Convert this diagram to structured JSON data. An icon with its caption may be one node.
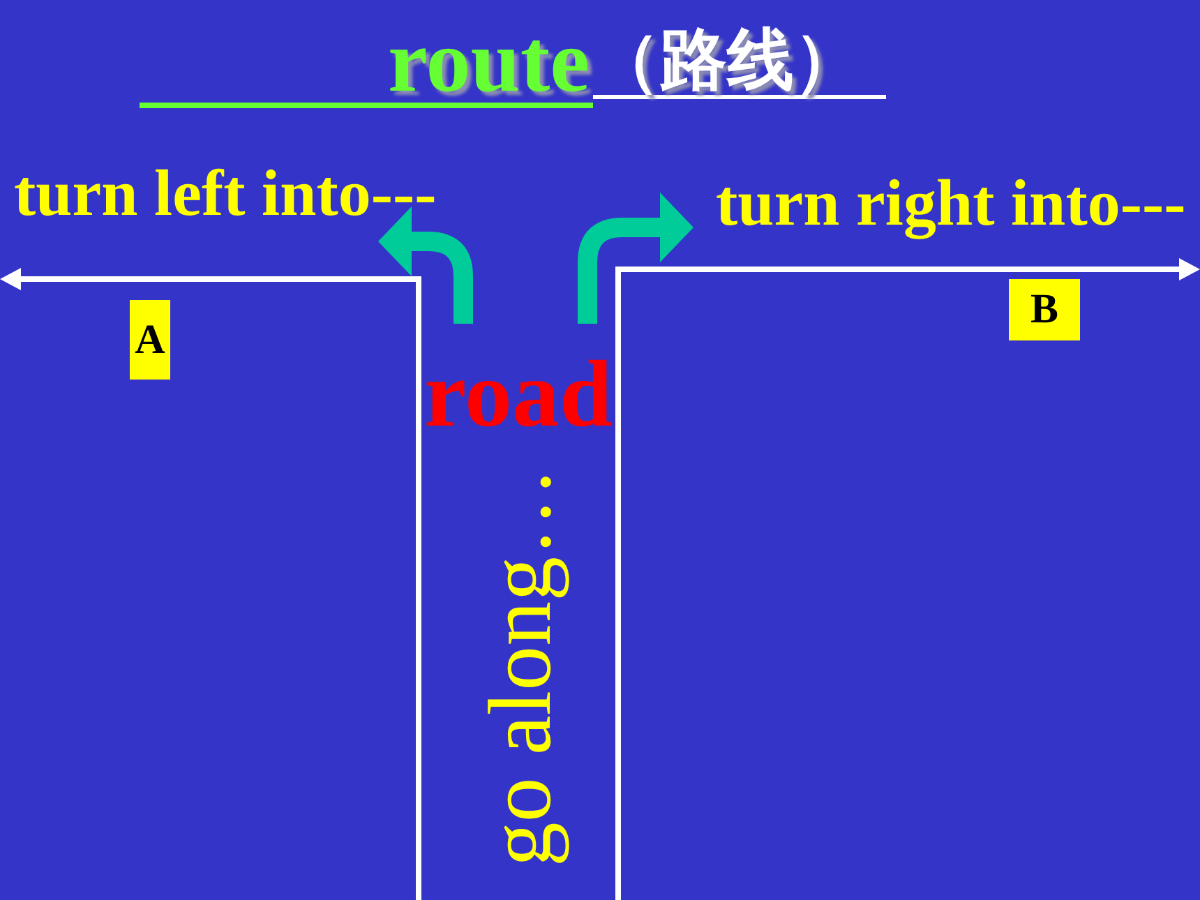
{
  "diagram": {
    "title": "route",
    "nodes": [
      {
        "text": [
          "turn left into---"
        ]
      },
      {
        "text": [
          "turn right into---"
        ]
      },
      {
        "text": [
          "A"
        ]
      },
      {
        "text": [
          "B"
        ]
      },
      {
        "text": [
          "road"
        ]
      }
    ],
    "edges": [
      {
        "from": 4,
        "to": 0,
        "arrow": "to"
      },
      {
        "from": 4,
        "to": 1,
        "arrow": "to"
      }
    ],
    "labels": [
      "（路线）",
      "go along…"
    ]
  }
}
